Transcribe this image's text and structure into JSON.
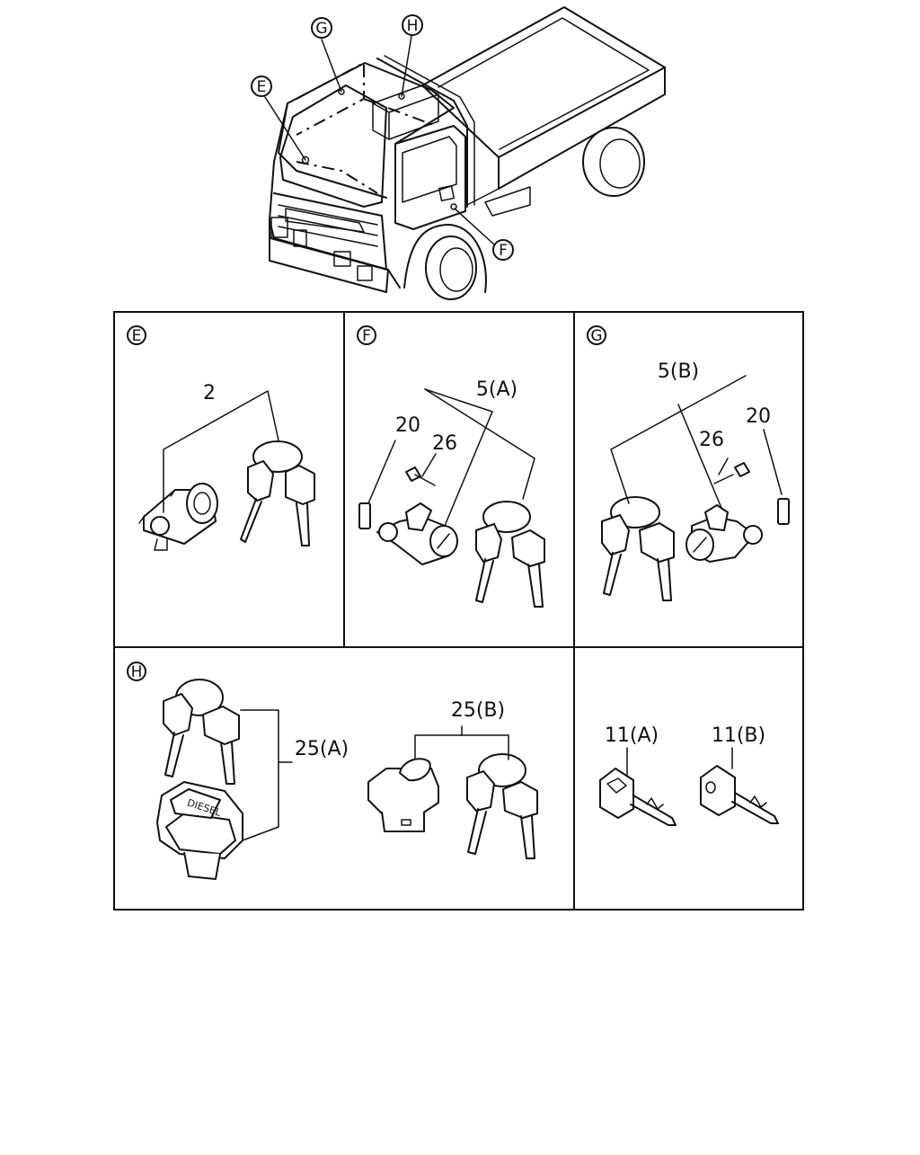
{
  "callouts": {
    "truck": {
      "g": "G",
      "h": "H",
      "e": "E",
      "f": "F"
    },
    "panel_e": {
      "letter": "E",
      "part_ignition": "2"
    },
    "panel_f": {
      "letter": "F",
      "part_set": "5(A)",
      "part_plate": "20",
      "part_bolt": "26"
    },
    "panel_g": {
      "letter": "G",
      "part_set": "5(B)",
      "part_plate": "20",
      "part_bolt": "26"
    },
    "panel_h": {
      "letter": "H",
      "part_cap_a": "25(A)",
      "part_cap_b": "25(B)"
    },
    "panel_keys": {
      "key_a": "11(A)",
      "key_b": "11(B)"
    }
  },
  "fuel_cap_marking": "DIESEL"
}
